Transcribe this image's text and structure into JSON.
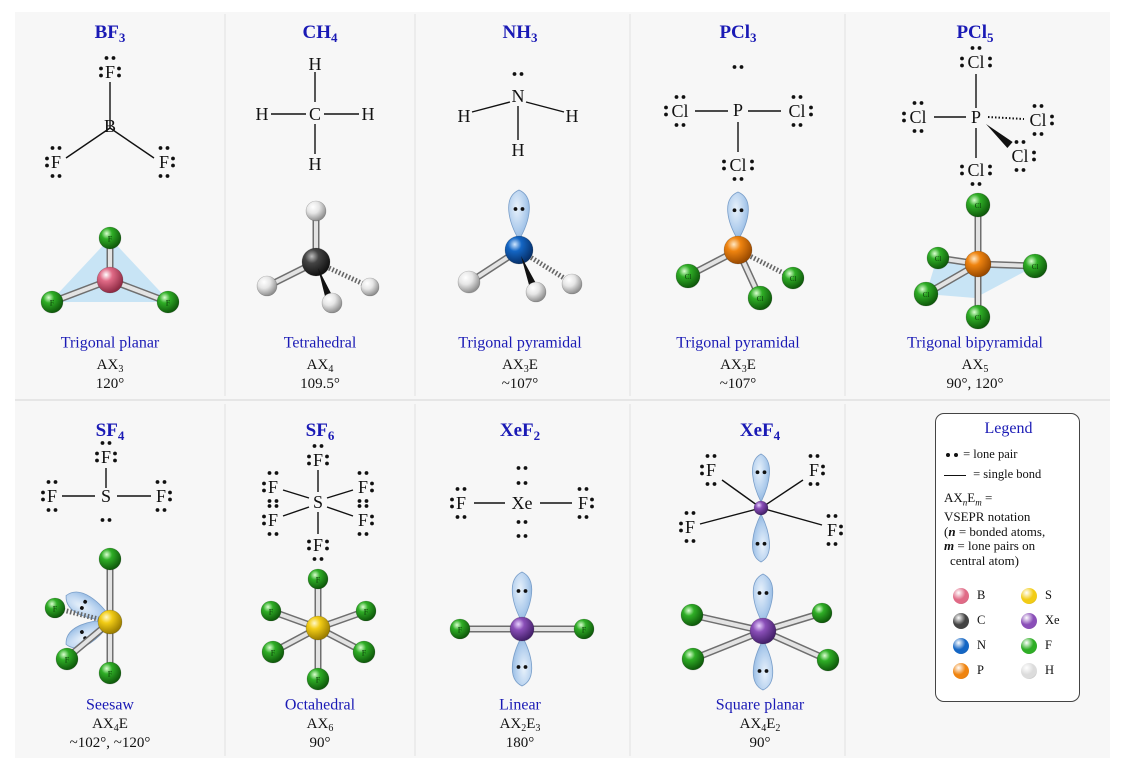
{
  "colors": {
    "title_blue": "#1a1ab5",
    "B": "#e06a86",
    "C": "#444444",
    "N": "#1466c4",
    "P": "#ef8410",
    "S": "#f2cc16",
    "Xe": "#8a4fb8",
    "F": "#2fae26",
    "H": "#dcdcdc",
    "lone_pair_lobe": "#a9c9ec"
  },
  "molecules": [
    {
      "id": "bf3",
      "formula": "BF",
      "sub": "3",
      "shape": "Trigonal planar",
      "notation": {
        "main": "AX",
        "n": "3",
        "e": "",
        "m": ""
      },
      "angle": "120°"
    },
    {
      "id": "ch4",
      "formula": "CH",
      "sub": "4",
      "shape": "Tetrahedral",
      "notation": {
        "main": "AX",
        "n": "4",
        "e": "",
        "m": ""
      },
      "angle": "109.5°"
    },
    {
      "id": "nh3",
      "formula": "NH",
      "sub": "3",
      "shape": "Trigonal pyramidal",
      "notation": {
        "main": "AX",
        "n": "3",
        "e": "E",
        "m": ""
      },
      "angle": "~107°"
    },
    {
      "id": "pcl3",
      "formula": "PCl",
      "sub": "3",
      "shape": "Trigonal pyramidal",
      "notation": {
        "main": "AX",
        "n": "3",
        "e": "E",
        "m": ""
      },
      "angle": "~107°"
    },
    {
      "id": "pcl5",
      "formula": "PCl",
      "sub": "5",
      "shape": "Trigonal bipyramidal",
      "notation": {
        "main": "AX",
        "n": "5",
        "e": "",
        "m": ""
      },
      "angle": "90°, 120°"
    },
    {
      "id": "sf4",
      "formula": "SF",
      "sub": "4",
      "shape": "Seesaw",
      "notation": {
        "main": "AX",
        "n": "4",
        "e": "E",
        "m": ""
      },
      "angle": "~102°, ~120°"
    },
    {
      "id": "sf6",
      "formula": "SF",
      "sub": "6",
      "shape": "Octahedral",
      "notation": {
        "main": "AX",
        "n": "6",
        "e": "",
        "m": ""
      },
      "angle": "90°"
    },
    {
      "id": "xef2",
      "formula": "XeF",
      "sub": "2",
      "shape": "Linear",
      "notation": {
        "main": "AX",
        "n": "2",
        "e": "E",
        "m": "3"
      },
      "angle": "180°"
    },
    {
      "id": "xef4",
      "formula": "XeF",
      "sub": "4",
      "shape": "Square planar",
      "notation": {
        "main": "AX",
        "n": "4",
        "e": "E",
        "m": "2"
      },
      "angle": "90°"
    }
  ],
  "lewis_labels": {
    "B": "B",
    "C": "C",
    "N": "N",
    "P": "P",
    "S": "S",
    "Xe": "Xe",
    "F": "F",
    "Cl": "Cl",
    "H": "H"
  },
  "ball_labels": {
    "F": "F",
    "Cl": "Cl"
  },
  "legend": {
    "title": "Legend",
    "lone_pair": "= lone pair",
    "single_bond": "= single bond",
    "notation_main": "AX",
    "notation_n": "n",
    "notation_e": "E",
    "notation_m": "m",
    "notation_eq": " =",
    "notation_l2": "VSEPR notation",
    "notation_l3a": "(",
    "notation_l3b": "n",
    "notation_l3c": " = bonded atoms,",
    "notation_l4a": "m",
    "notation_l4b": " = lone pairs on",
    "notation_l5": "central atom)",
    "atoms": [
      {
        "sym": "B",
        "color": "#e06a86"
      },
      {
        "sym": "S",
        "color": "#f2cc16"
      },
      {
        "sym": "C",
        "color": "#444444"
      },
      {
        "sym": "Xe",
        "color": "#8a4fb8"
      },
      {
        "sym": "N",
        "color": "#1466c4"
      },
      {
        "sym": "F",
        "color": "#2fae26"
      },
      {
        "sym": "P",
        "color": "#ef8410"
      },
      {
        "sym": "H",
        "color": "#dcdcdc"
      }
    ]
  }
}
